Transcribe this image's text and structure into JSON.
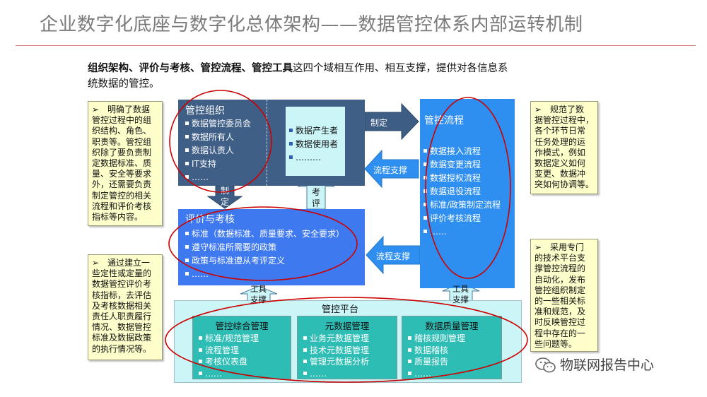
{
  "title": "企业数字化底座与数字化总体架构——数据管控体系内部运转机制",
  "intro": {
    "bold_part": "组织架构、评价与考核、管控流程、管控工具",
    "rest_line1": "这四个域相互作用、相互支撑，提供对各信息系",
    "line2": "统数据的管控。"
  },
  "notes": {
    "org_note": [
      "➢　明确了数据",
      "管控过程中的组",
      "织结构、角色、",
      "职责等。管控组",
      "织除了要负责制",
      "定数据标准、质",
      "量、安全等要求",
      "外，还需要负责",
      "制定管控的相关",
      "流程和评价考核",
      "指标等内容。"
    ],
    "eval_note": [
      "➢　通过建立一",
      "些定性或定量的",
      "数据管控评价考",
      "核指标，去评估",
      "及考核数据相关",
      "责任人职责履行",
      "情况、数据管控",
      "标准及数据政策",
      "的执行情况等。"
    ],
    "proc_note": [
      "➢　规范了数",
      "据管控过程中，",
      "各个环节日常",
      "任务处理的运",
      "作模式，例如",
      "数据定义如何",
      "变更、数据冲",
      "突如何协调等。"
    ],
    "platform_note": [
      "➢　采用专门",
      "的技术平台支",
      "撑管控流程的",
      "自动化，发布",
      "管控组织制定",
      "的一些相关标",
      "准和规范，及",
      "时反映管控过",
      "程中存在的一",
      "些问题等。"
    ]
  },
  "org": {
    "title": "管控组织",
    "items": [
      "数据管控委员会",
      "数据所有人",
      "数据认责人",
      "IT支持",
      "……"
    ],
    "inner_items": [
      "数据产生者",
      "数据使用者",
      "………"
    ]
  },
  "eval": {
    "title": "评价与考核",
    "items": [
      "标准（数据标准、质量要求、安全要求）",
      "遵守标准所需要的政策",
      "政策与标准遵从考评定义",
      "……"
    ]
  },
  "process": {
    "title": "管控流程",
    "items": [
      "数据接入流程",
      "数据变更流程",
      "数据授权流程",
      "数据退役流程",
      "标准/政策制定流程",
      "评价考核流程",
      "……"
    ]
  },
  "platform": {
    "title": "管控平台",
    "modules": [
      {
        "title": "管控综合管理",
        "items": [
          "标准/规范管理",
          "流程管理",
          "考核仪表盘",
          "……"
        ]
      },
      {
        "title": "元数据管理",
        "items": [
          "业务元数据管理",
          "技术元数据管理",
          "管理元数据分析",
          "……"
        ]
      },
      {
        "title": "数据质量管理",
        "items": [
          "稽核规则管理",
          "数据稽核",
          "质量报告",
          "……"
        ]
      }
    ]
  },
  "arrows": {
    "zhiding_right": "制定",
    "liucheng_zhicheng_1": "流程支撑",
    "liucheng_zhicheng_2": "流程支撑",
    "zhiding_down": [
      "制",
      "定"
    ],
    "kaoping_up": [
      "考",
      "评"
    ],
    "gongju_left": [
      "工具",
      "支撑"
    ],
    "gongju_right": [
      "工具",
      "支撑"
    ]
  },
  "watermark": "物联网报告中心",
  "colors": {
    "org_box": "#3f5f87",
    "eval_box": "#3f79f0",
    "process_box": "#2f8ff0",
    "platform_bg": "#ccf5f8",
    "module_bg": "#2ebdb4",
    "note_bg": "#ffffcc",
    "highlight_ellipse": "#cc0000"
  }
}
